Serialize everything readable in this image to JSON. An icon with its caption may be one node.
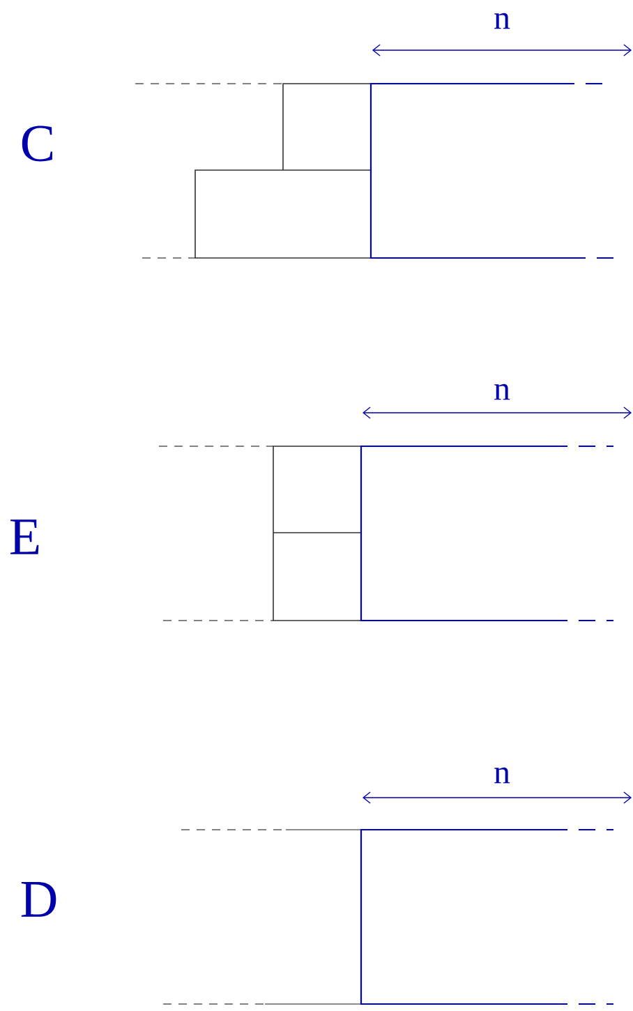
{
  "diagram": {
    "labels": [
      "n",
      "C",
      "n",
      "E",
      "n",
      "D"
    ]
  }
}
